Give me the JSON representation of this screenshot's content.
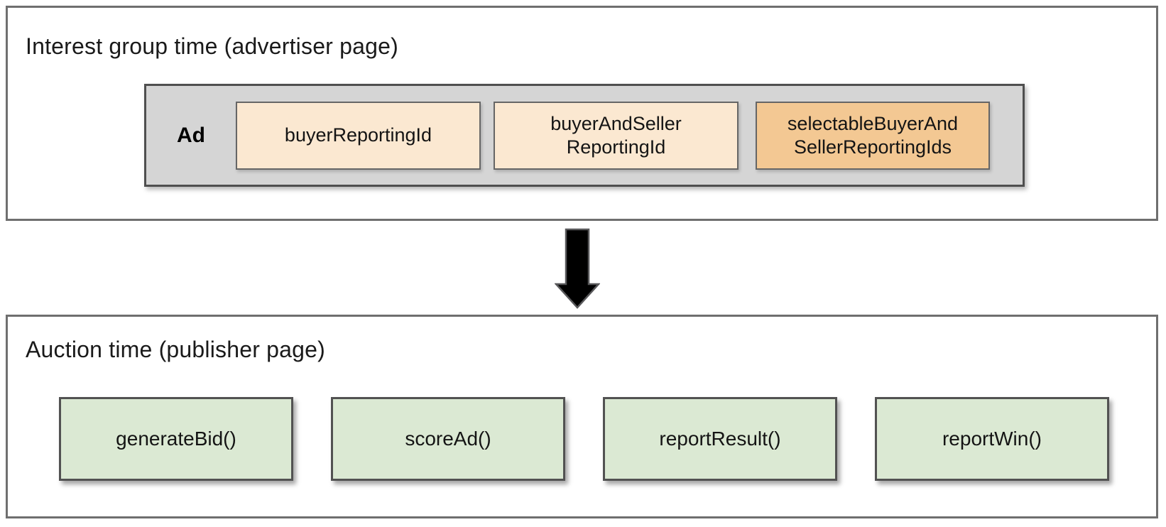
{
  "colors": {
    "peach_box": "#fbe8d1",
    "orange_box": "#f3c893",
    "green_box": "#dbe9d3",
    "gray_container": "#d5d5d5",
    "outer_border": "#6f6f6f",
    "arrow_fill": "#000000"
  },
  "top_section": {
    "title": "Interest group time (advertiser page)",
    "ad": {
      "label": "Ad",
      "boxes": [
        {
          "label": "buyerReportingId",
          "variant": "peach"
        },
        {
          "label": "buyerAndSeller\nReportingId",
          "variant": "peach"
        },
        {
          "label": "selectableBuyerAnd\nSellerReportingIds",
          "variant": "orange"
        }
      ]
    }
  },
  "arrow": {
    "icon": "down-arrow"
  },
  "bottom_section": {
    "title": "Auction time (publisher page)",
    "functions": [
      {
        "label": "generateBid()"
      },
      {
        "label": "scoreAd()"
      },
      {
        "label": "reportResult()"
      },
      {
        "label": "reportWin()"
      }
    ]
  }
}
